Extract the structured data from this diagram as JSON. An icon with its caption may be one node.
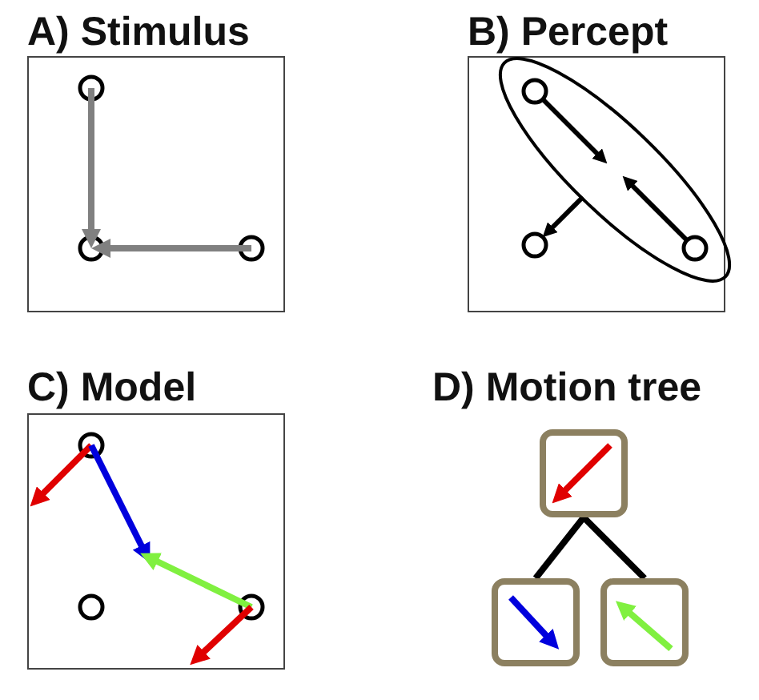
{
  "diagram": {
    "nodes": [
      {
        "text": [
          "A) Stimulus"
        ]
      },
      {
        "text": [
          "B) Percept"
        ]
      },
      {
        "text": [
          "C) Model"
        ]
      },
      {
        "text": [],
        "shape": "box"
      },
      {
        "text": [],
        "shape": "box"
      },
      {
        "text": [],
        "shape": "box"
      }
    ],
    "edges": [
      {
        "from": 3,
        "to": 4,
        "arrow": "none"
      },
      {
        "from": 3,
        "to": 5,
        "arrow": "none"
      }
    ],
    "labels": [
      "D) Motion tree"
    ]
  }
}
